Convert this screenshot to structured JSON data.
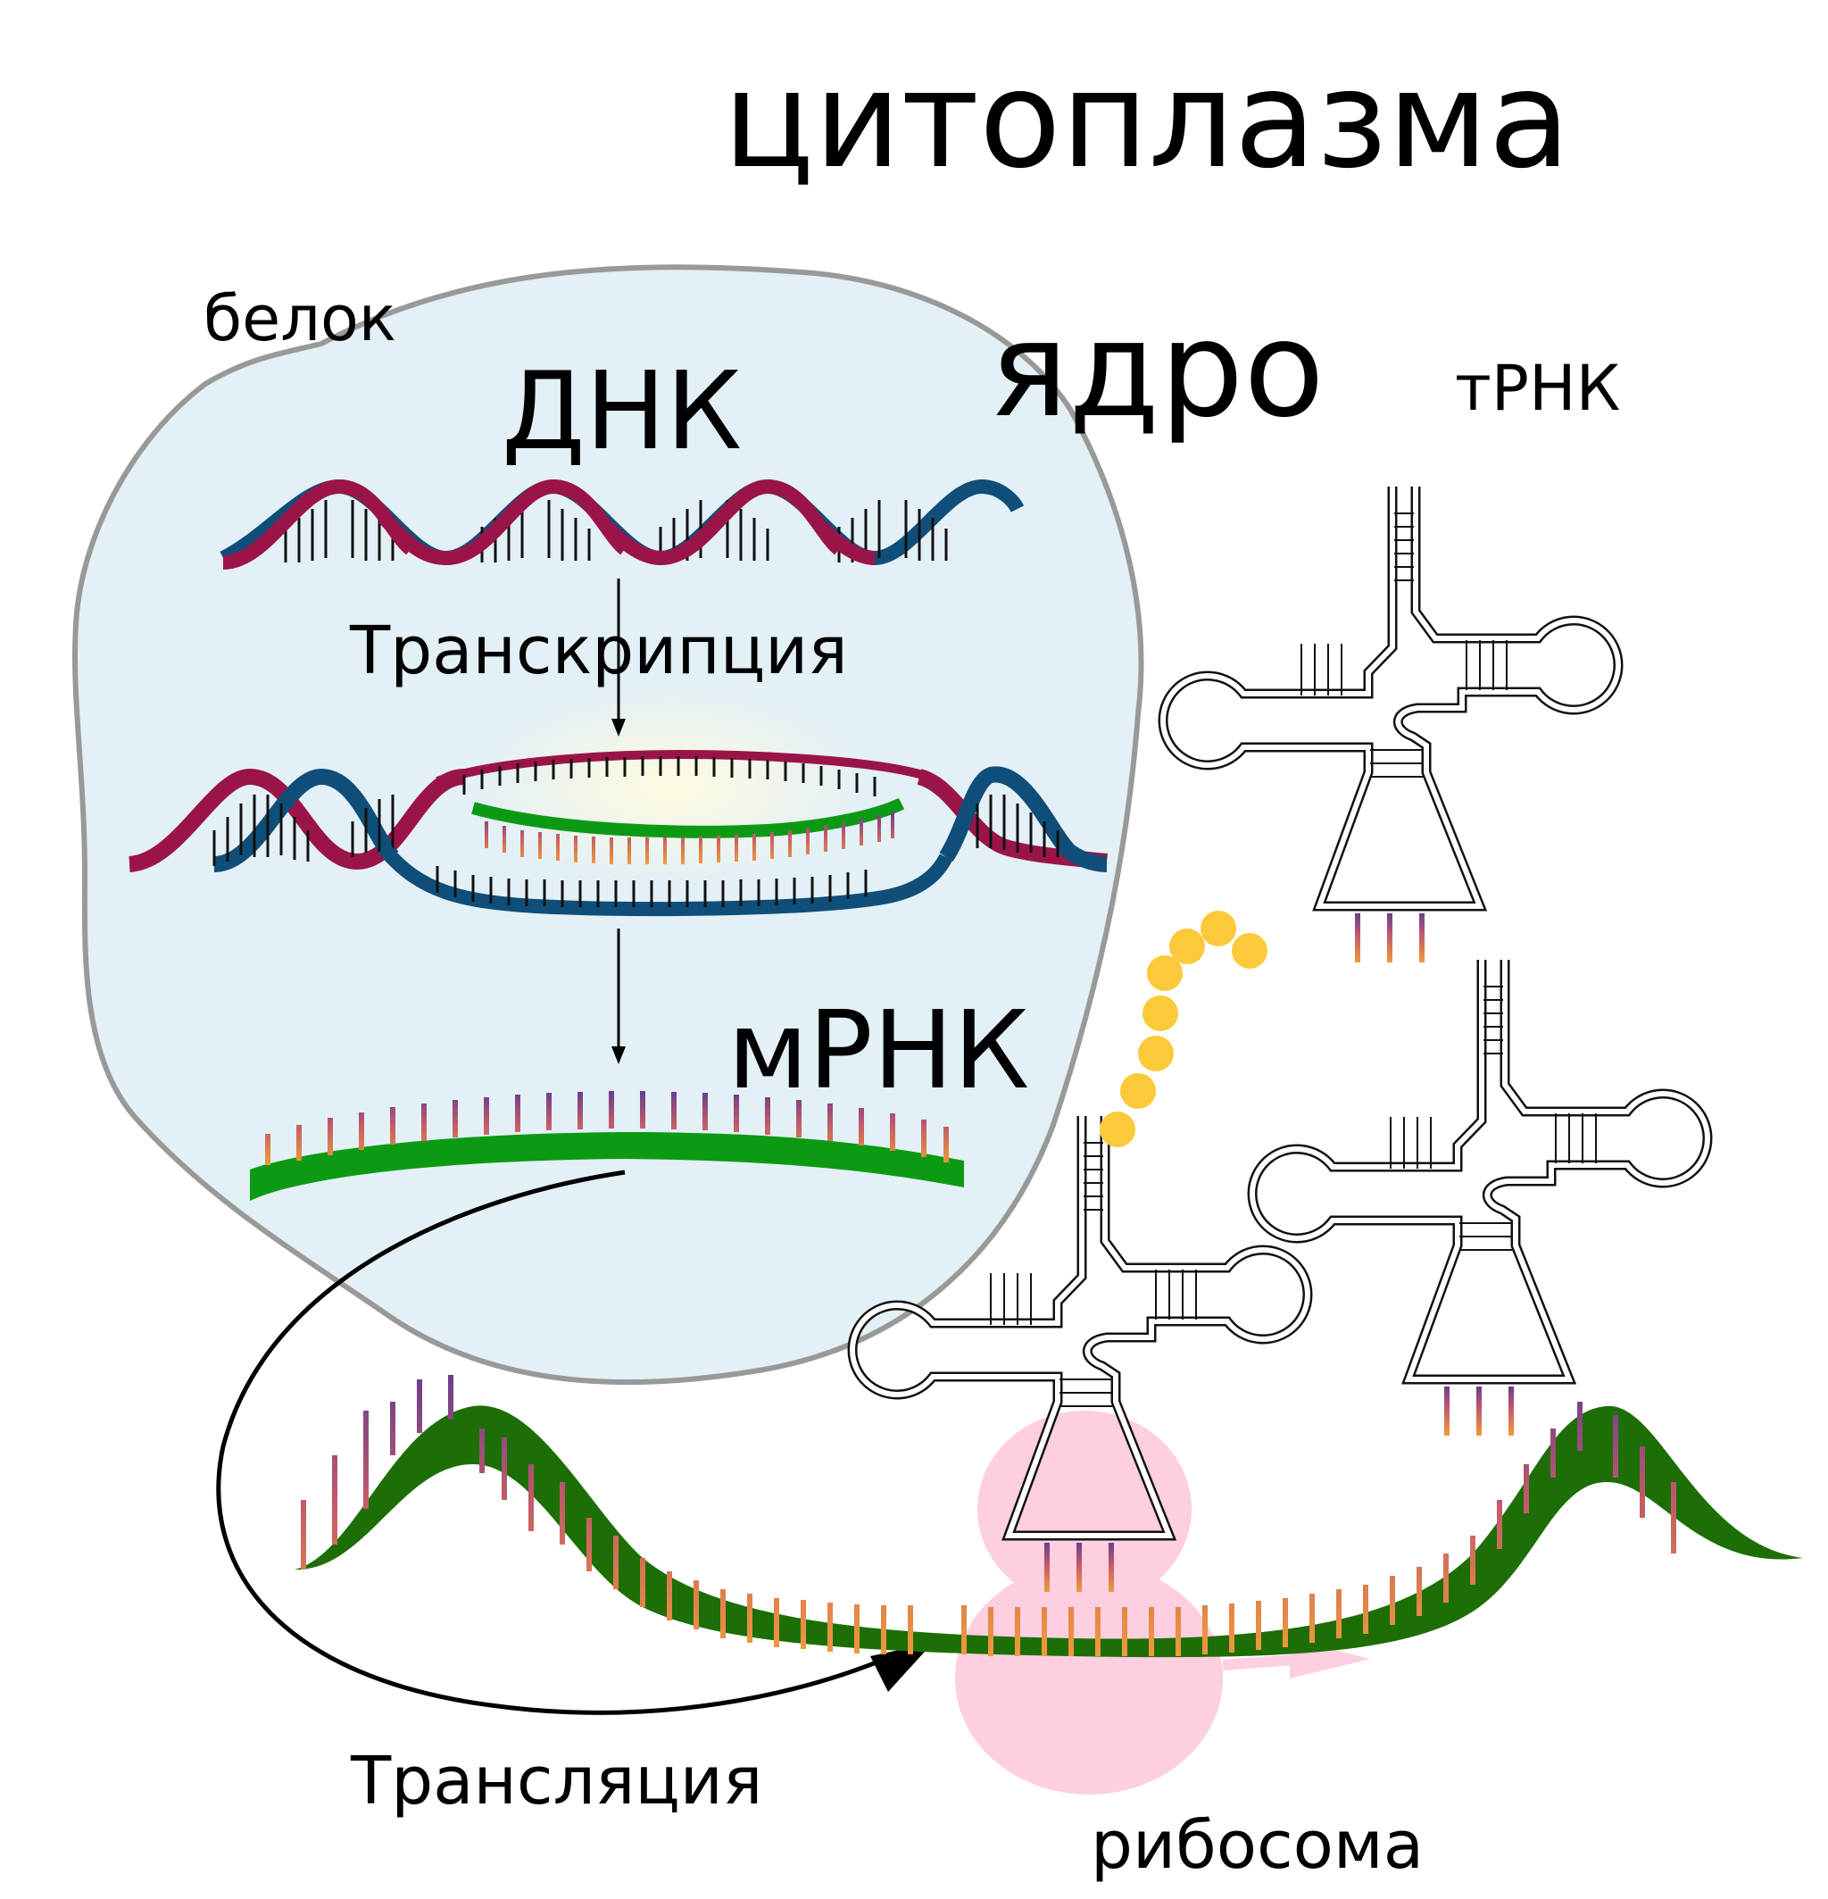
{
  "labels": {
    "cytoplasm": "цитоплазма",
    "protein": "белок",
    "nucleus": "ядро",
    "trna": "тРНК",
    "dna": "ДНК",
    "transcription": "Транскрипция",
    "mrna": "мРНК",
    "translation": "Трансляция",
    "ribosome": "рибосома"
  },
  "colors": {
    "nucleus_fill": "#e3f0f6",
    "nucleus_border": "#999999",
    "dna_strand_a": "#9b1448",
    "dna_strand_b": "#0f4e78",
    "mrna_green": "#0c9a14",
    "mrna_dark_green": "#1d6e06",
    "base_orange": "#f09a3a",
    "base_purple": "#6a3d8e",
    "ribosome_pink": "#fdcfe0",
    "amino_acid_yellow": "#fcc93a"
  }
}
